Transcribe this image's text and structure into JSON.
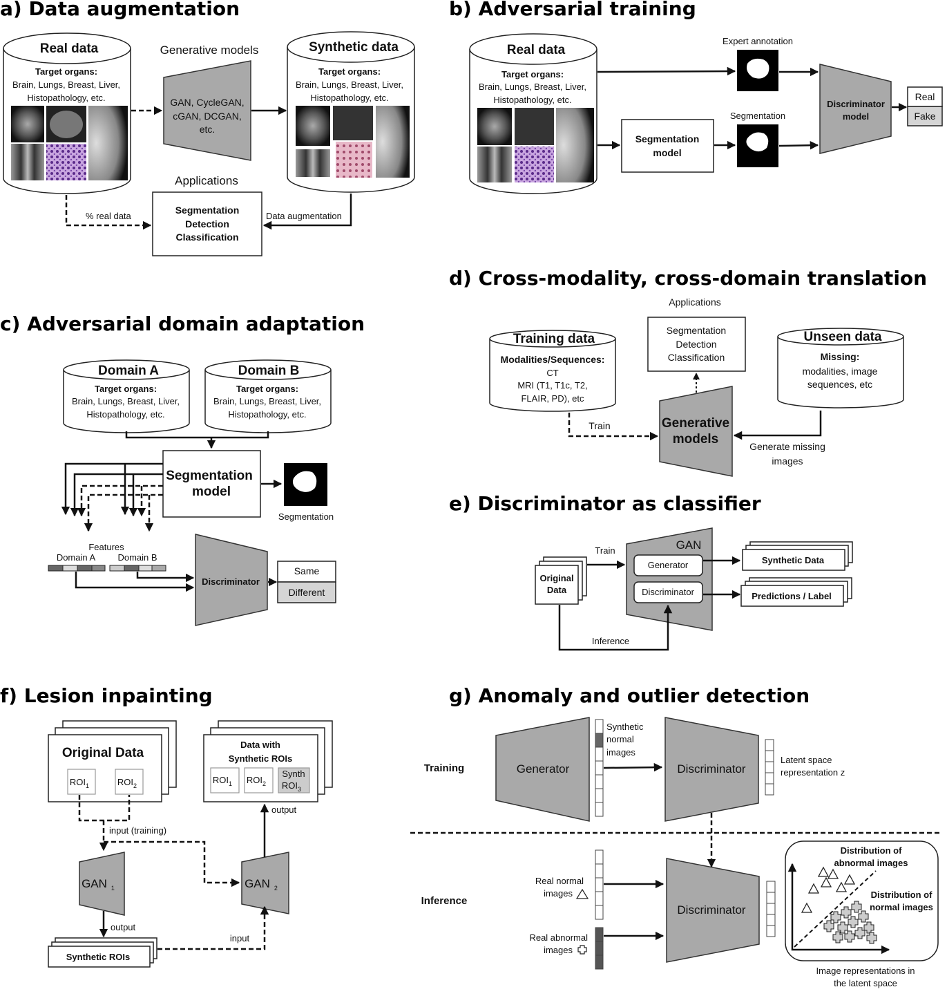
{
  "panel_a": {
    "title": "a) Data augmentation",
    "real_data": "Real data",
    "target_label": "Target organs:",
    "organs_1": "Brain, Lungs, Breast, Liver,",
    "organs_2": "Histopathology, etc.",
    "gen_models": "Generative models",
    "gen_1": "GAN, CycleGAN,",
    "gen_2": "cGAN, DCGAN,",
    "gen_3": "etc.",
    "synthetic_data": "Synthetic data",
    "applications": "Applications",
    "app_1": "Segmentation",
    "app_2": "Detection",
    "app_3": "Classification",
    "pct_real": "% real data",
    "data_aug": "Data augmentation"
  },
  "panel_b": {
    "title": "b) Adversarial training",
    "real_data": "Real data",
    "target_label": "Target organs:",
    "organs_1": "Brain, Lungs, Breast, Liver,",
    "organs_2": "Histopathology, etc.",
    "expert": "Expert annotation",
    "segmentation": "Segmentation",
    "seg_model_1": "Segmentation",
    "seg_model_2": "model",
    "disc_1": "Discriminator",
    "disc_2": "model",
    "real": "Real",
    "fake": "Fake"
  },
  "panel_c": {
    "title": "c) Adversarial domain adaptation",
    "domain_a": "Domain A",
    "domain_b": "Domain B",
    "target_label": "Target organs:",
    "organs_1": "Brain, Lungs, Breast, Liver,",
    "organs_2": "Histopathology, etc.",
    "seg_model_1": "Segmentation",
    "seg_model_2": "model",
    "segmentation": "Segmentation",
    "features": "Features",
    "feat_a": "Domain A",
    "feat_b": "Domain B",
    "discriminator": "Discriminator",
    "same": "Same",
    "different": "Different"
  },
  "panel_d": {
    "title": "d) Cross-modality, cross-domain translation",
    "applications": "Applications",
    "app_1": "Segmentation",
    "app_2": "Detection",
    "app_3": "Classification",
    "training_data": "Training data",
    "modalities": "Modalities/Sequences:",
    "mod_1": "CT",
    "mod_2": "MRI (T1, T1c, T2,",
    "mod_3": "FLAIR, PD), etc",
    "unseen": "Unseen data",
    "missing": "Missing:",
    "miss_1": "modalities, image",
    "miss_2": "sequences, etc",
    "gen_1": "Generative",
    "gen_2": "models",
    "train": "Train",
    "gen_missing_1": "Generate missing",
    "gen_missing_2": "images"
  },
  "panel_e": {
    "title": "e) Discriminator as classifier",
    "gan": "GAN",
    "generator": "Generator",
    "discriminator": "Discriminator",
    "train": "Train",
    "orig_1": "Original",
    "orig_2": "Data",
    "synthetic": "Synthetic Data",
    "predictions": "Predictions / Label",
    "inference": "Inference"
  },
  "panel_f": {
    "title": "f) Lesion inpainting",
    "original": "Original Data",
    "roi": "ROI",
    "sub1": "1",
    "sub2": "2",
    "sub3": "3",
    "synth_rois_1": "Data with",
    "synth_rois_2": "Synthetic ROIs",
    "synth": "Synth",
    "input_training": "input (training)",
    "output": "output",
    "gan": "GAN",
    "input": "input",
    "synthetic_rois": "Synthetic ROIs"
  },
  "panel_g": {
    "title": "g) Anomaly and outlier detection",
    "training": "Training",
    "inference": "Inference",
    "generator": "Generator",
    "discriminator": "Discriminator",
    "synth_1": "Synthetic",
    "synth_2": "normal",
    "synth_3": "images",
    "latent_1": "Latent space",
    "latent_2": "representation z",
    "real_normal_1": "Real normal",
    "real_normal_2": "images",
    "real_abn_1": "Real abnormal",
    "real_abn_2": "images",
    "dist_abn_1": "Distribution of",
    "dist_abn_2": "abnormal images",
    "dist_norm_1": "Distribution of",
    "dist_norm_2": "normal images",
    "img_rep_1": "Image representations in",
    "img_rep_2": "the latent space"
  }
}
